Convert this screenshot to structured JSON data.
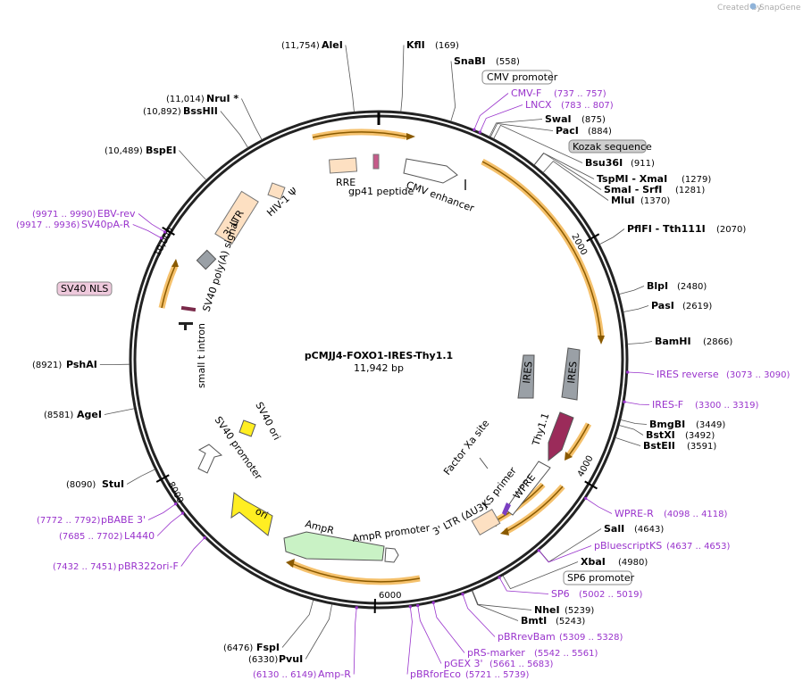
{
  "plasmid": {
    "name": "pCMJJ4-FOXO1-IRES-Thy1.1",
    "size": "11,942 bp",
    "length": 11942
  },
  "brand": {
    "created_by": "Created by",
    "product": "SnapGene"
  },
  "colors": {
    "primer": "#9933cc",
    "orf": "#f0a020",
    "backbone": "#222222"
  },
  "ticks": [
    {
      "pos": 2000,
      "label": "2000"
    },
    {
      "pos": 4000,
      "label": "4000"
    },
    {
      "pos": 6000,
      "label": "6000"
    },
    {
      "pos": 8000,
      "label": "8000"
    },
    {
      "pos": 10000,
      "label": "10,000"
    }
  ],
  "sites": [
    {
      "name": "AleI",
      "pos": "(11,754)",
      "at": 11754
    },
    {
      "name": "KflI",
      "pos": "(169)",
      "at": 169
    },
    {
      "name": "SnaBI",
      "pos": "(558)",
      "at": 558
    },
    {
      "name": "SwaI",
      "pos": "(875)",
      "at": 875
    },
    {
      "name": "PacI",
      "pos": "(884)",
      "at": 884
    },
    {
      "name": "Bsu36I",
      "pos": "(911)",
      "at": 911
    },
    {
      "name": "TspMI - XmaI",
      "pos": "(1279)",
      "at": 1279
    },
    {
      "name": "SmaI - SrfI",
      "pos": "(1281)",
      "at": 1281
    },
    {
      "name": "MluI",
      "pos": "(1370)",
      "at": 1370
    },
    {
      "name": "PflFI - Tth111I",
      "pos": "(2070)",
      "at": 2070
    },
    {
      "name": "BlpI",
      "pos": "(2480)",
      "at": 2480
    },
    {
      "name": "PasI",
      "pos": "(2619)",
      "at": 2619
    },
    {
      "name": "BamHI",
      "pos": "(2866)",
      "at": 2866
    },
    {
      "name": "BmgBI",
      "pos": "(3449)",
      "at": 3449
    },
    {
      "name": "BstXI",
      "pos": "(3492)",
      "at": 3492
    },
    {
      "name": "BstEII",
      "pos": "(3591)",
      "at": 3591
    },
    {
      "name": "SalI",
      "pos": "(4643)",
      "at": 4643
    },
    {
      "name": "XbaI",
      "pos": "(4980)",
      "at": 4980
    },
    {
      "name": "NheI",
      "pos": "(5239)",
      "at": 5239
    },
    {
      "name": "BmtI",
      "pos": "(5243)",
      "at": 5243
    },
    {
      "name": "PvuI",
      "pos": "(6330)",
      "at": 6330
    },
    {
      "name": "FspI",
      "pos": "(6476)",
      "at": 6476
    },
    {
      "name": "StuI",
      "pos": "(8090)",
      "at": 8090
    },
    {
      "name": "AgeI",
      "pos": "(8581)",
      "at": 8581
    },
    {
      "name": "PshAI",
      "pos": "(8921)",
      "at": 8921
    },
    {
      "name": "BspEI",
      "pos": "(10,489)",
      "at": 10489
    },
    {
      "name": "BssHII",
      "pos": "(10,892)",
      "at": 10892
    },
    {
      "name": "NruI *",
      "pos": "(11,014)",
      "at": 11014
    }
  ],
  "primers": [
    {
      "name": "CMV-F",
      "range": "(737 .. 757)",
      "at": 747
    },
    {
      "name": "LNCX",
      "range": "(783 .. 807)",
      "at": 795
    },
    {
      "name": "IRES reverse",
      "range": "(3073 .. 3090)",
      "at": 3081
    },
    {
      "name": "IRES-F",
      "range": "(3300 .. 3319)",
      "at": 3309
    },
    {
      "name": "WPRE-R",
      "range": "(4098 .. 4118)",
      "at": 4108
    },
    {
      "name": "pBluescriptKS",
      "range": "(4637 .. 4653)",
      "at": 4645
    },
    {
      "name": "SP6",
      "range": "(5002 .. 5019)",
      "at": 5010
    },
    {
      "name": "pBRrevBam",
      "range": "(5309 .. 5328)",
      "at": 5318
    },
    {
      "name": "pRS-marker",
      "range": "(5542 .. 5561)",
      "at": 5551
    },
    {
      "name": "pGEX 3'",
      "range": "(5661 .. 5683)",
      "at": 5672
    },
    {
      "name": "pBRforEco",
      "range": "(5721 .. 5739)",
      "at": 5730
    },
    {
      "name": "Amp-R",
      "range": "(6130 .. 6149)",
      "at": 6140
    },
    {
      "name": "pBR322ori-F",
      "range": "(7432 .. 7451)",
      "at": 7441
    },
    {
      "name": "L4440",
      "range": "(7685 .. 7702)",
      "at": 7693
    },
    {
      "name": "pBABE 3'",
      "range": "(7772 .. 7792)",
      "at": 7782
    },
    {
      "name": "SV40pA-R",
      "range": "(9917 .. 9936)",
      "at": 9926
    },
    {
      "name": "EBV-rev",
      "range": "(9971 .. 9990)",
      "at": 9980
    }
  ],
  "boxed_features": [
    {
      "name": "CMV promoter"
    },
    {
      "name": "Kozak sequence"
    },
    {
      "name": "SP6 promoter"
    },
    {
      "name": "SV40 NLS"
    }
  ],
  "inner_features": [
    {
      "name": "RRE"
    },
    {
      "name": "gp41 peptide"
    },
    {
      "name": "CMV enhancer"
    },
    {
      "name": "HIV-1 Ψ"
    },
    {
      "name": "3' LTR"
    },
    {
      "name": "SV40 poly(A) signal"
    },
    {
      "name": "small t intron"
    },
    {
      "name": "SV40 ori"
    },
    {
      "name": "SV40 promoter"
    },
    {
      "name": "ori"
    },
    {
      "name": "AmpR"
    },
    {
      "name": "AmpR promoter"
    },
    {
      "name": "3' LTR (ΔU3)"
    },
    {
      "name": "KS primer"
    },
    {
      "name": "WPRE"
    },
    {
      "name": "Factor Xa site"
    },
    {
      "name": "Thy1.1"
    },
    {
      "name": "IRES"
    },
    {
      "name": "IRES"
    }
  ]
}
